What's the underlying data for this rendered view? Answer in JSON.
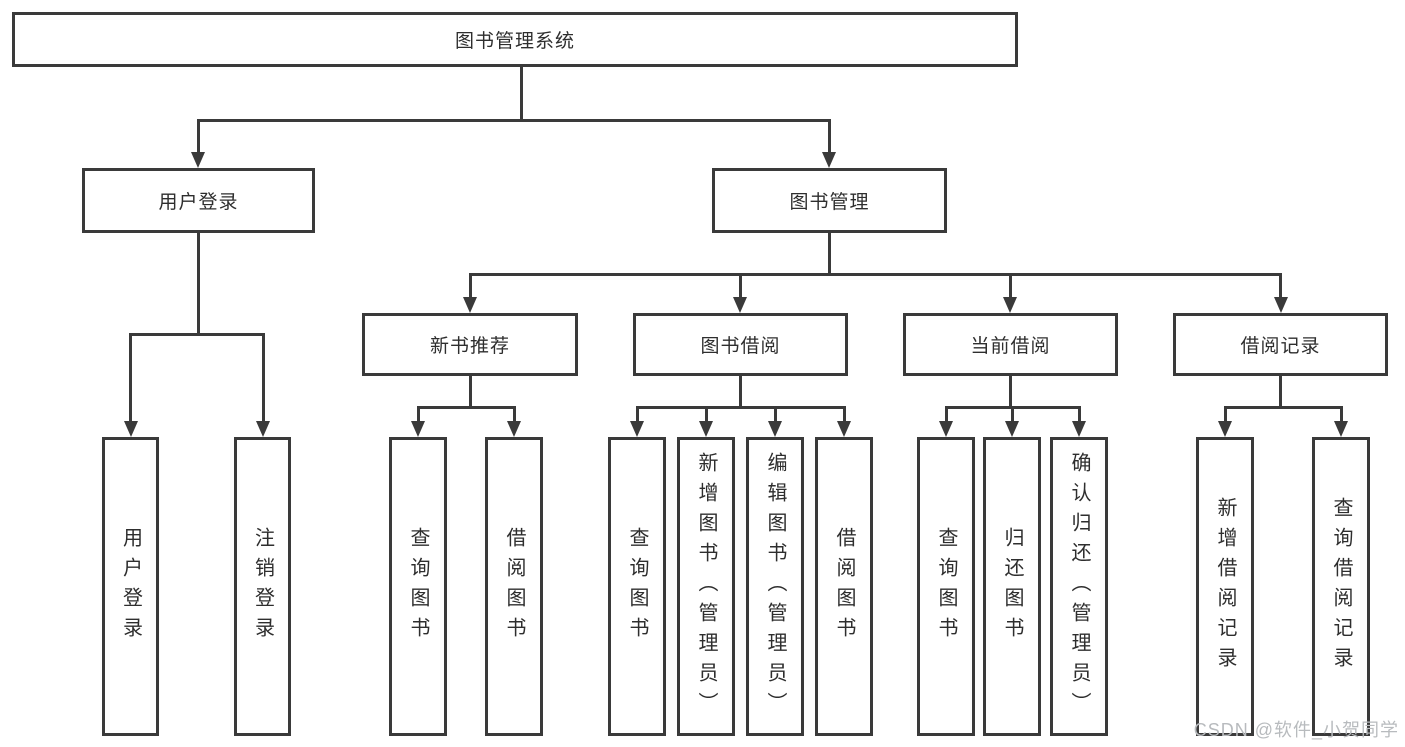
{
  "diagram": {
    "root": "图书管理系统",
    "level2": {
      "user_login": "用户登录",
      "book_mgmt": "图书管理"
    },
    "level3": {
      "new_books": "新书推荐",
      "borrow": "图书借阅",
      "current": "当前借阅",
      "records": "借阅记录"
    },
    "leaves": {
      "user_login": [
        "用户登录",
        "注销登录"
      ],
      "new_books": [
        "查询图书",
        "借阅图书"
      ],
      "borrow": [
        "查询图书",
        "新增图书（管理员）",
        "编辑图书（管理员）",
        "借阅图书"
      ],
      "current": [
        "查询图书",
        "归还图书",
        "确认归还（管理员）"
      ],
      "records": [
        "新增借阅记录",
        "查询借阅记录"
      ]
    }
  },
  "watermark": {
    "text": "CSDN @软件_小贺同学"
  },
  "colors": {
    "line": "#3a3a3a",
    "text": "#2e2e2e",
    "watermark": "#b8bbbe"
  }
}
